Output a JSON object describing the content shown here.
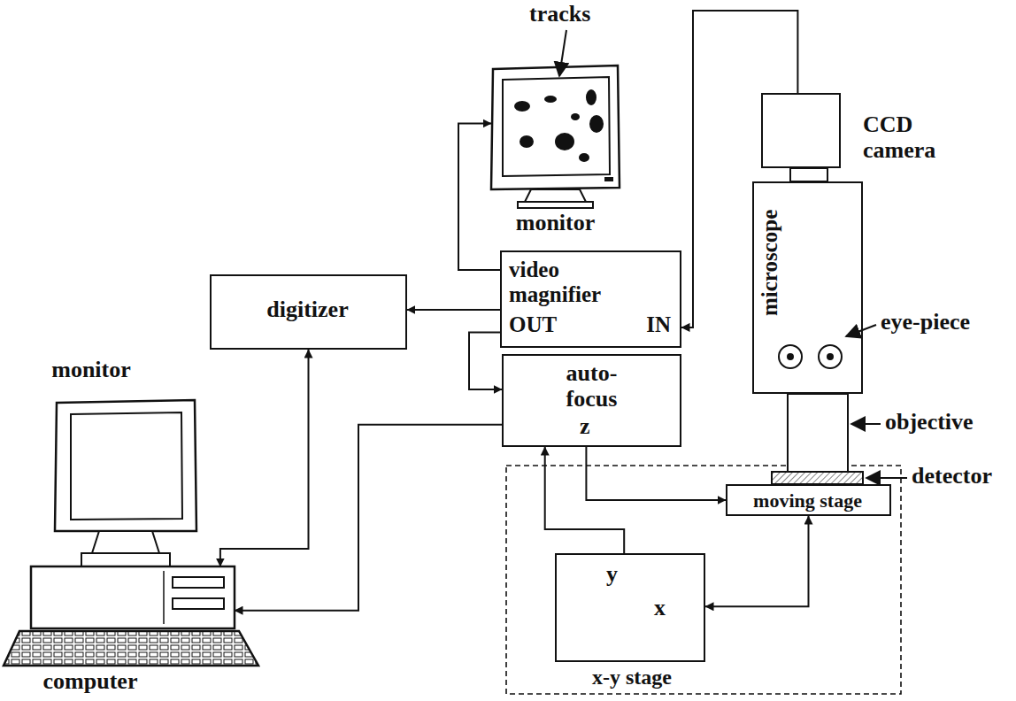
{
  "diagram": {
    "nodes": [
      {
        "text": [
          "monitor"
        ]
      },
      {
        "text": [
          "video magnifier",
          "OUT",
          "IN"
        ]
      },
      {
        "text": [
          "digitizer"
        ]
      },
      {
        "text": [
          "CCD camera"
        ]
      },
      {
        "text": [
          "microscope"
        ]
      },
      {
        "text": [
          "auto- focus",
          "z"
        ]
      },
      {
        "text": [
          "moving stage"
        ]
      },
      {
        "text": [
          "y",
          "x",
          "x-y stage"
        ]
      },
      {
        "text": [
          "monitor",
          "computer"
        ]
      }
    ],
    "edges": [
      {
        "from": 3,
        "to": 1,
        "arrow": "to"
      },
      {
        "from": 1,
        "to": 0,
        "arrow": "to"
      },
      {
        "from": 1,
        "to": 2,
        "arrow": "to"
      },
      {
        "from": 1,
        "to": 5,
        "arrow": "to"
      },
      {
        "from": 2,
        "to": 8,
        "arrow": "both"
      },
      {
        "from": 5,
        "to": 8,
        "arrow": "to"
      },
      {
        "from": 5,
        "to": 6,
        "arrow": "to"
      },
      {
        "from": 7,
        "to": 5,
        "arrow": "to"
      },
      {
        "from": 7,
        "to": 6,
        "arrow": "both"
      }
    ],
    "labels": [
      "tracks",
      "eye-piece",
      "objective",
      "detector"
    ]
  }
}
